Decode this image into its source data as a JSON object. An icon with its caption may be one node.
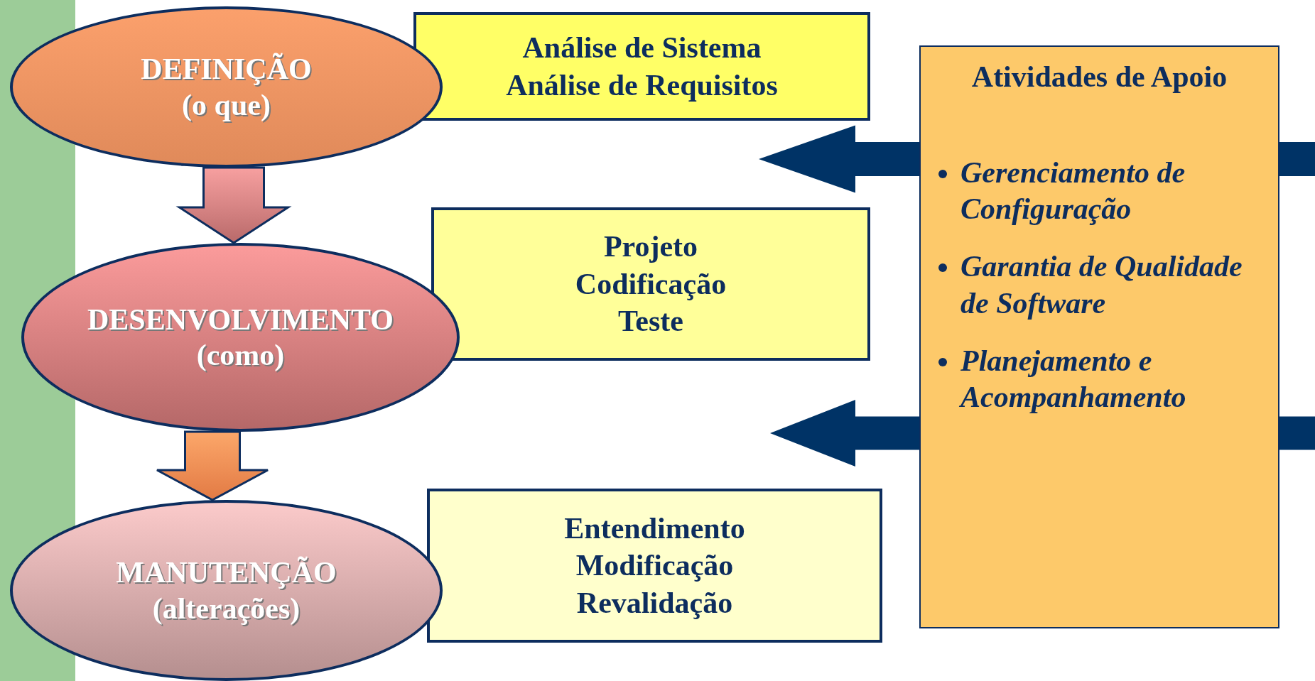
{
  "diagram": {
    "nodes": [
      {
        "text": [
          "DEFINIÇÃO",
          "(o que)"
        ]
      },
      {
        "text": [
          "Análise de Sistema",
          "Análise de Requisitos"
        ]
      },
      {
        "text": [
          "DESENVOLVIMENTO",
          "(como)"
        ]
      },
      {
        "text": [
          "Projeto",
          "Codificação",
          "Teste"
        ]
      },
      {
        "text": [
          "MANUTENÇÃO",
          "(alterações)"
        ]
      },
      {
        "text": [
          "Entendimento",
          "Modificação",
          "Revalidação"
        ]
      },
      {
        "text": [
          "Atividades de Apoio",
          "Gerenciamento de Configuração",
          "Garantia de Qualidade de Software",
          "Planejamento e Acompanhamento"
        ]
      },
      {
        "text": [],
        "shape": "bar"
      }
    ],
    "edges": [
      {
        "from": 0,
        "to": 2,
        "arrow": "to"
      },
      {
        "from": 2,
        "to": 4,
        "arrow": "to"
      },
      {
        "from": 6,
        "to": null,
        "arrow": "to",
        "color": "#003366"
      },
      {
        "from": 6,
        "to": null,
        "arrow": "to",
        "color": "#003366"
      }
    ]
  }
}
